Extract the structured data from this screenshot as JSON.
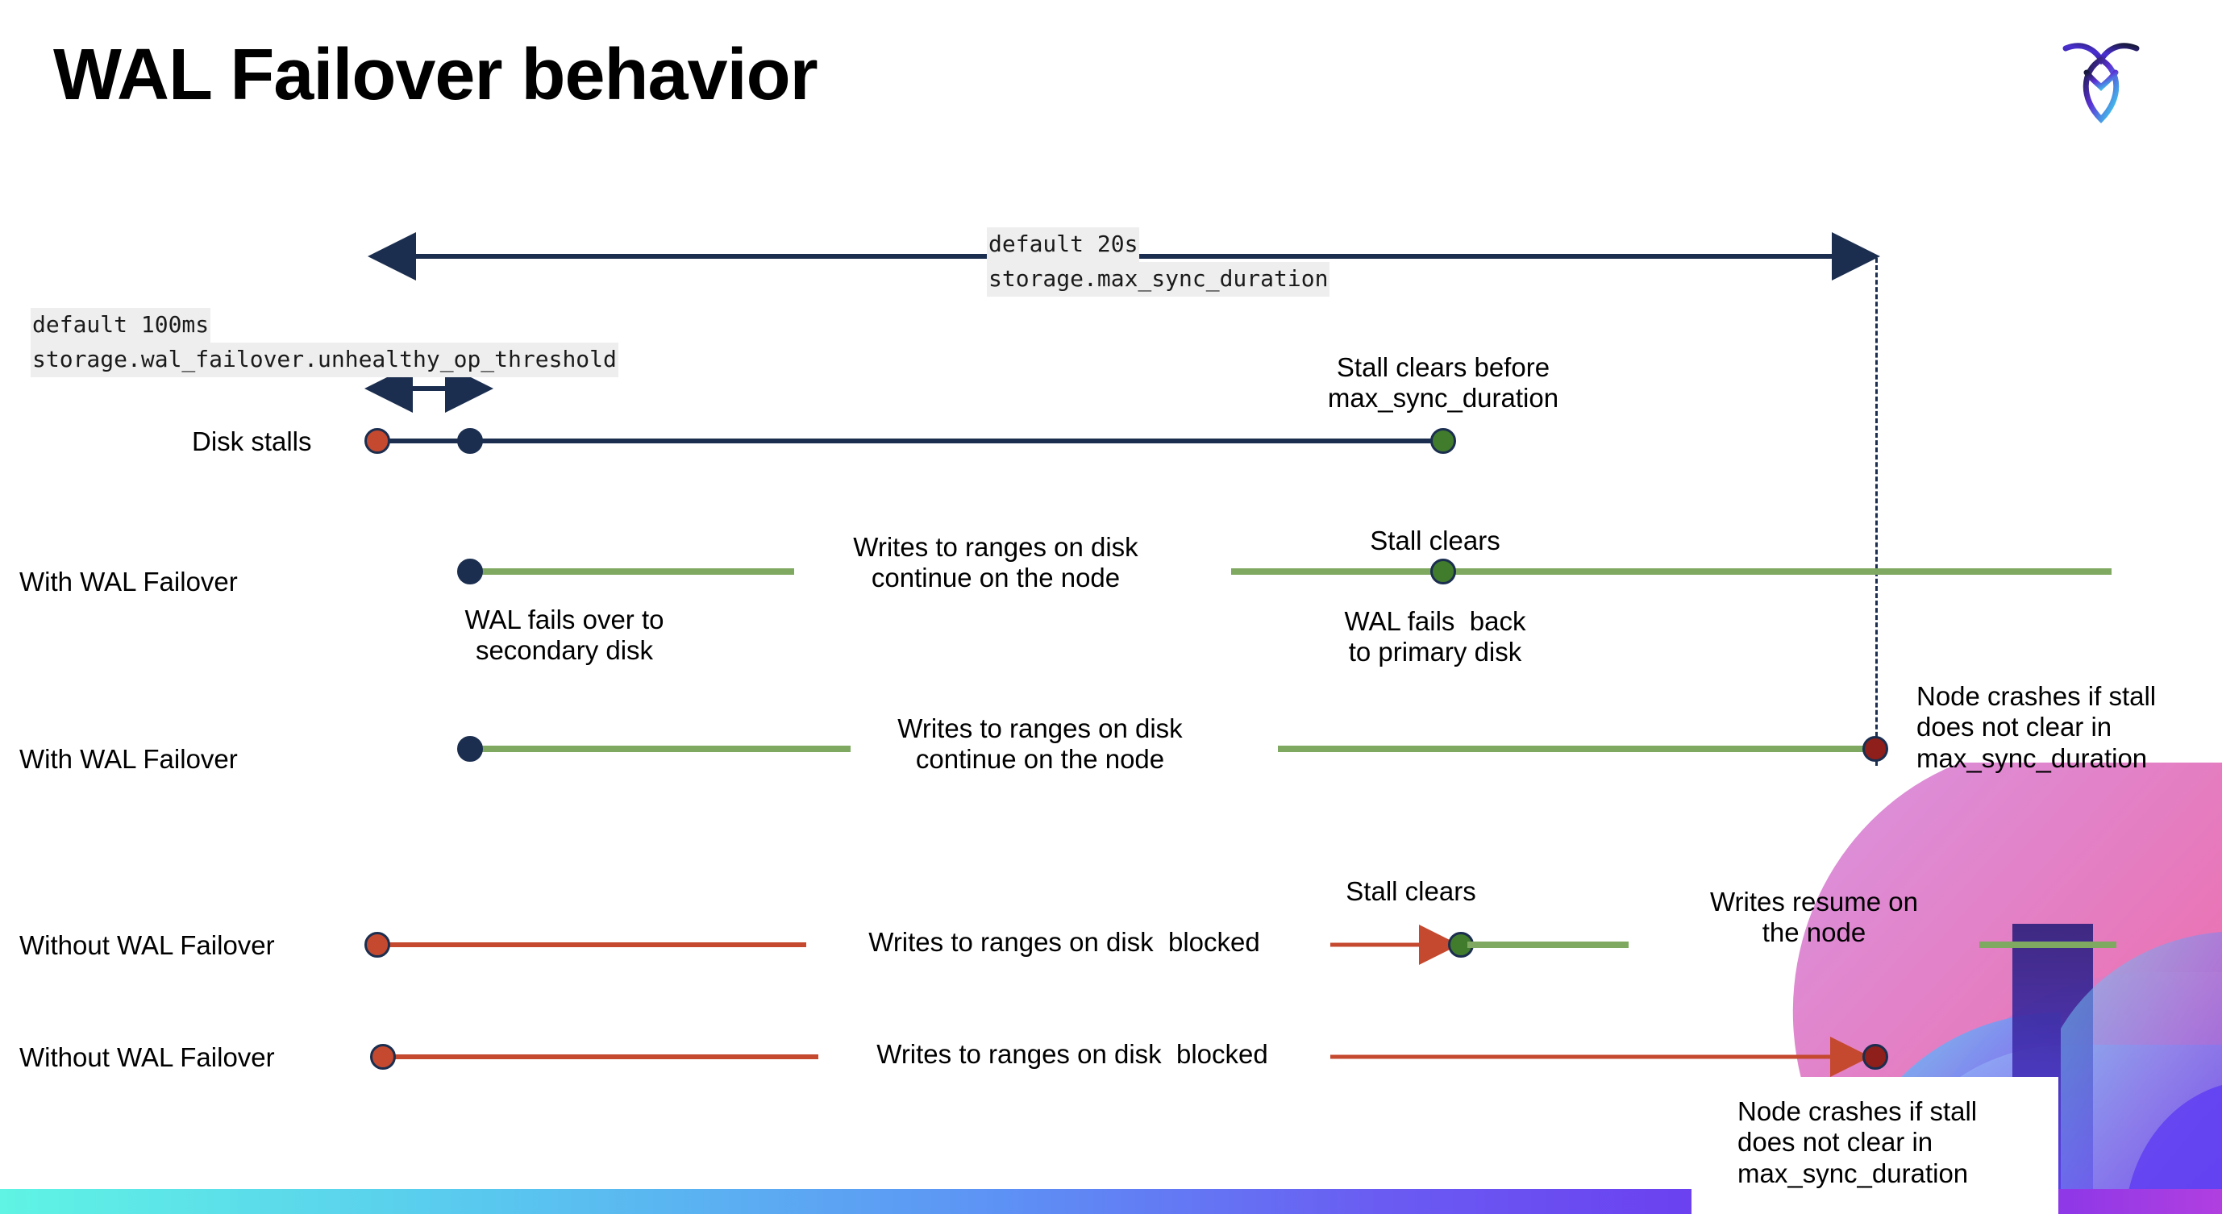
{
  "slide": {
    "title": "WAL Failover behavior",
    "logo_name": "cockroachdb-logo"
  },
  "settings": {
    "max_sync": {
      "default_label": "default 20s",
      "setting_name": "storage.max_sync_duration"
    },
    "unhealthy_op": {
      "default_label": "default 100ms",
      "setting_name": "storage.wal_failover.unhealthy_op_threshold"
    }
  },
  "rows": [
    {
      "label": "Disk stalls"
    },
    {
      "label": "With WAL Failover"
    },
    {
      "label": "With WAL Failover"
    },
    {
      "label": "Without WAL Failover"
    },
    {
      "label": "Without WAL Failover"
    }
  ],
  "annotations": {
    "stall_clears_before": "Stall clears before\nmax_sync_duration",
    "stall_clears_1": "Stall clears",
    "stall_clears_2": "Stall clears",
    "wal_fails_over": "WAL fails over to\nsecondary disk",
    "wal_fails_back": "WAL fails  back\nto primary disk",
    "writes_continue_1": "Writes to ranges on disk\ncontinue on the node",
    "writes_continue_2": "Writes to ranges on disk\ncontinue on the node",
    "writes_blocked_1": "Writes to ranges on disk  blocked",
    "writes_blocked_2": "Writes to ranges on disk  blocked",
    "writes_resume": "Writes resume on\nthe node",
    "node_crashes_1": "Node crashes if stall\ndoes not clear in\nmax_sync_duration",
    "node_crashes_2": "Node crashes if stall\ndoes not clear in\nmax_sync_duration"
  },
  "colors": {
    "navy": "#1b2e4f",
    "red_orange": "#c4492f",
    "green_line": "#7fa860",
    "green_dot": "#417b2c",
    "dark_red_dot": "#8e1f1a",
    "mono_bg": "#eeeeee",
    "bar_start": "#5ff4e4",
    "bar_end": "#b13fe0"
  }
}
